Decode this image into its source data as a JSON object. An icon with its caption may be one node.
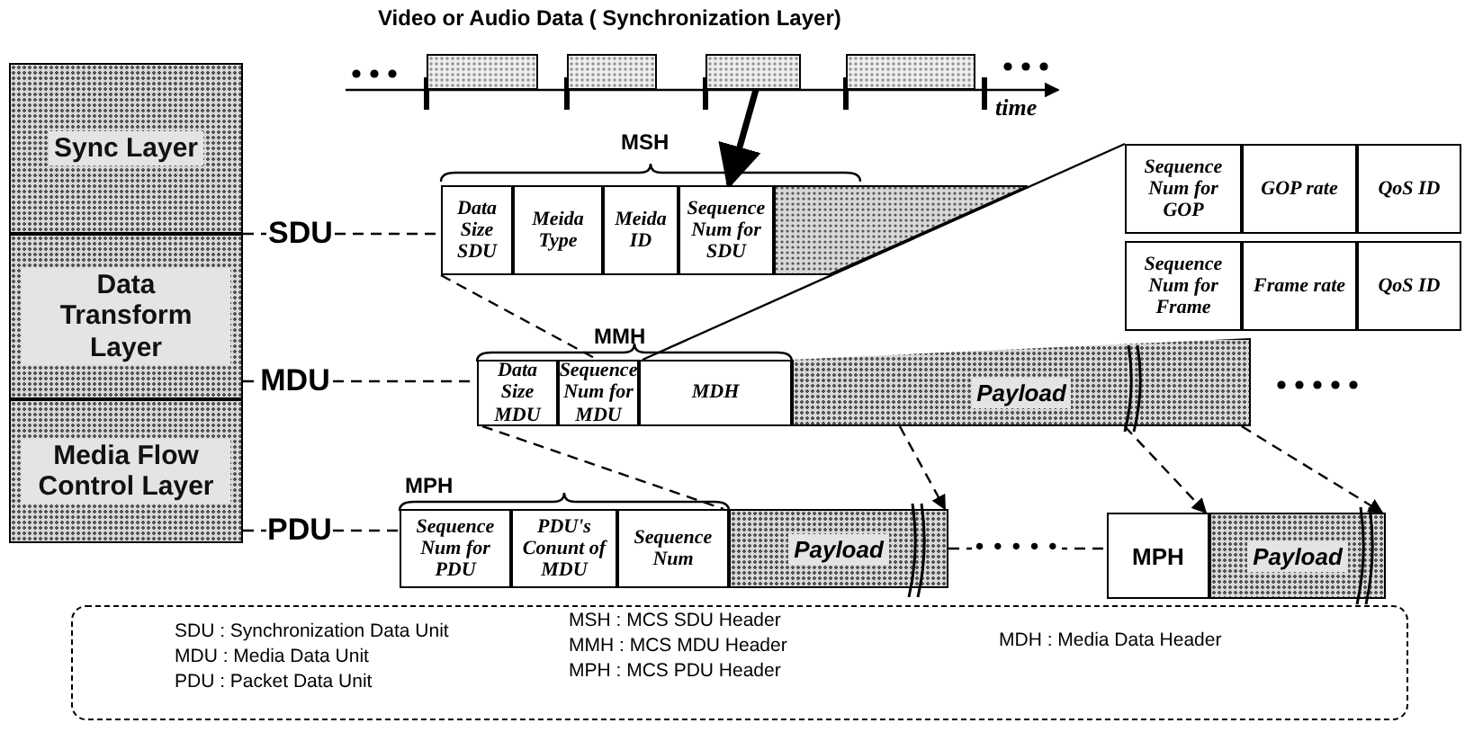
{
  "diagram": {
    "title": "Video or Audio Data ( Synchronization Layer)",
    "nodes": [
      {
        "text": [
          "Sync Layer"
        ]
      },
      {
        "text": [
          "Data Transform Layer"
        ]
      },
      {
        "text": [
          "Media Flow Control Layer"
        ]
      },
      {
        "text": [
          "SDU"
        ]
      },
      {
        "text": [
          "MDU"
        ]
      },
      {
        "text": [
          "PDU"
        ]
      },
      {
        "text": [],
        "shape": "box"
      },
      {
        "text": [],
        "shape": "box"
      },
      {
        "text": [],
        "shape": "box"
      },
      {
        "text": [],
        "shape": "box"
      },
      {
        "text": [
          "Data Size SDU"
        ]
      },
      {
        "text": [
          "Meida Type"
        ]
      },
      {
        "text": [
          "Meida ID"
        ]
      },
      {
        "text": [
          "Sequence Num for SDU"
        ]
      },
      {
        "text": [],
        "shape": "box"
      },
      {
        "text": [
          "Sequence Num for GOP"
        ]
      },
      {
        "text": [
          "GOP rate"
        ]
      },
      {
        "text": [
          "QoS ID"
        ]
      },
      {
        "text": [
          "Sequence Num for Frame"
        ]
      },
      {
        "text": [
          "Frame rate"
        ]
      },
      {
        "text": [
          "QoS ID"
        ]
      },
      {
        "text": [
          "Data Size MDU"
        ]
      },
      {
        "text": [
          "Sequence Num for MDU"
        ]
      },
      {
        "text": [
          "MDH"
        ]
      },
      {
        "text": [
          "Payload"
        ]
      },
      {
        "text": [
          "Sequence Num for PDU"
        ]
      },
      {
        "text": [
          "PDU's Conunt of MDU"
        ]
      },
      {
        "text": [
          "Sequence Num"
        ]
      },
      {
        "text": [
          "Payload"
        ]
      },
      {
        "text": [
          "MPH"
        ]
      },
      {
        "text": [
          "Payload"
        ]
      }
    ],
    "edges": [
      {
        "from": 0,
        "to": 3,
        "arrow": "none",
        "style": "dashed"
      },
      {
        "from": 1,
        "to": 4,
        "arrow": "none",
        "style": "dashed"
      },
      {
        "from": 2,
        "to": 5,
        "arrow": "none",
        "style": "dashed"
      },
      {
        "from": 3,
        "to": 10,
        "arrow": "none",
        "style": "dashed"
      },
      {
        "from": 4,
        "to": 21,
        "arrow": "none",
        "style": "dashed"
      },
      {
        "from": 5,
        "to": 25,
        "arrow": "none",
        "style": "dashed"
      },
      {
        "from": 8,
        "to": 13,
        "arrow": "to",
        "style": "thick"
      },
      {
        "from": 10,
        "to": 22,
        "arrow": "none",
        "style": "dashed"
      },
      {
        "from": 23,
        "to": 15,
        "arrow": "none"
      },
      {
        "from": 24,
        "to": 28,
        "arrow": "to",
        "style": "dashed"
      },
      {
        "from": 24,
        "to": 29,
        "arrow": "to",
        "style": "dashed"
      },
      {
        "from": 24,
        "to": 30,
        "arrow": "to",
        "style": "dashed"
      },
      {
        "from": 21,
        "to": 27,
        "arrow": "none",
        "style": "dashed"
      },
      {
        "from": 28,
        "to": 29,
        "arrow": "none",
        "style": "dashed",
        "label": "• • • • •"
      }
    ],
    "labels": [
      "time",
      "MSH",
      "MMH",
      "MPH",
      "SDU : Synchronization Data Unit",
      "MDU : Media Data Unit",
      "PDU : Packet Data Unit",
      "MSH : MCS SDU Header",
      "MMH : MCS MDU Header",
      "MPH : MCS PDU Header",
      "MDH : Media Data Header"
    ]
  }
}
